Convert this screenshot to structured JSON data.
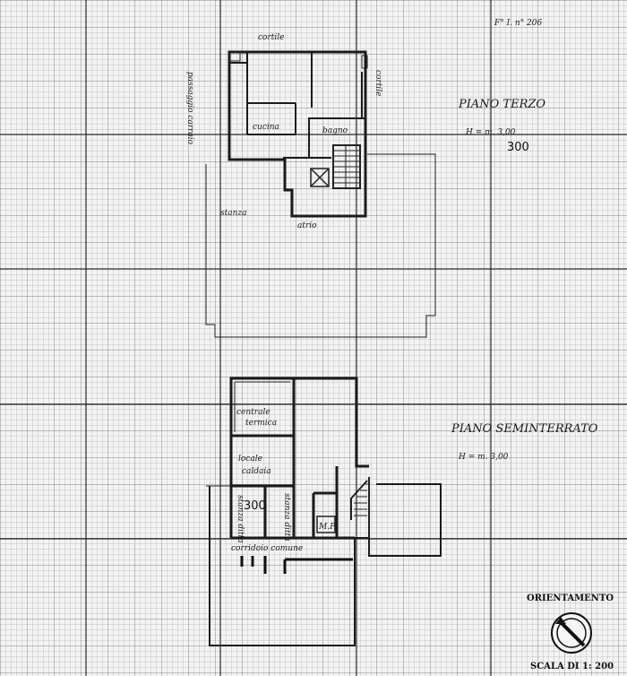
{
  "sheet": {
    "reference": "F° I. n° 206"
  },
  "upper_plan": {
    "title": "PIANO TERZO",
    "height_note": "H = m. 3,00",
    "height_value": "300",
    "labels": {
      "cortile_top": "cortile",
      "cortile_right": "cortile",
      "passage": "passaggio carraio",
      "cucina": "cucina",
      "bagno": "bagno",
      "stanza": "stanza",
      "atrio": "atrio"
    }
  },
  "lower_plan": {
    "title": "PIANO SEMINTERRATO",
    "height_note": "H = m. 3,00",
    "height_value": "300",
    "labels": {
      "centrale_line1": "centrale",
      "centrale_line2": "termica",
      "locale_line1": "locale",
      "locale_line2": "caldaia",
      "stanza_1": "stanza ditta",
      "stanza_2": "stanza ditta",
      "corridoio": "corridoio comune",
      "mp": "M.P."
    }
  },
  "legend": {
    "orientation_label": "ORIENTAMENTO",
    "scale_label": "SCALA DI 1: 200"
  }
}
